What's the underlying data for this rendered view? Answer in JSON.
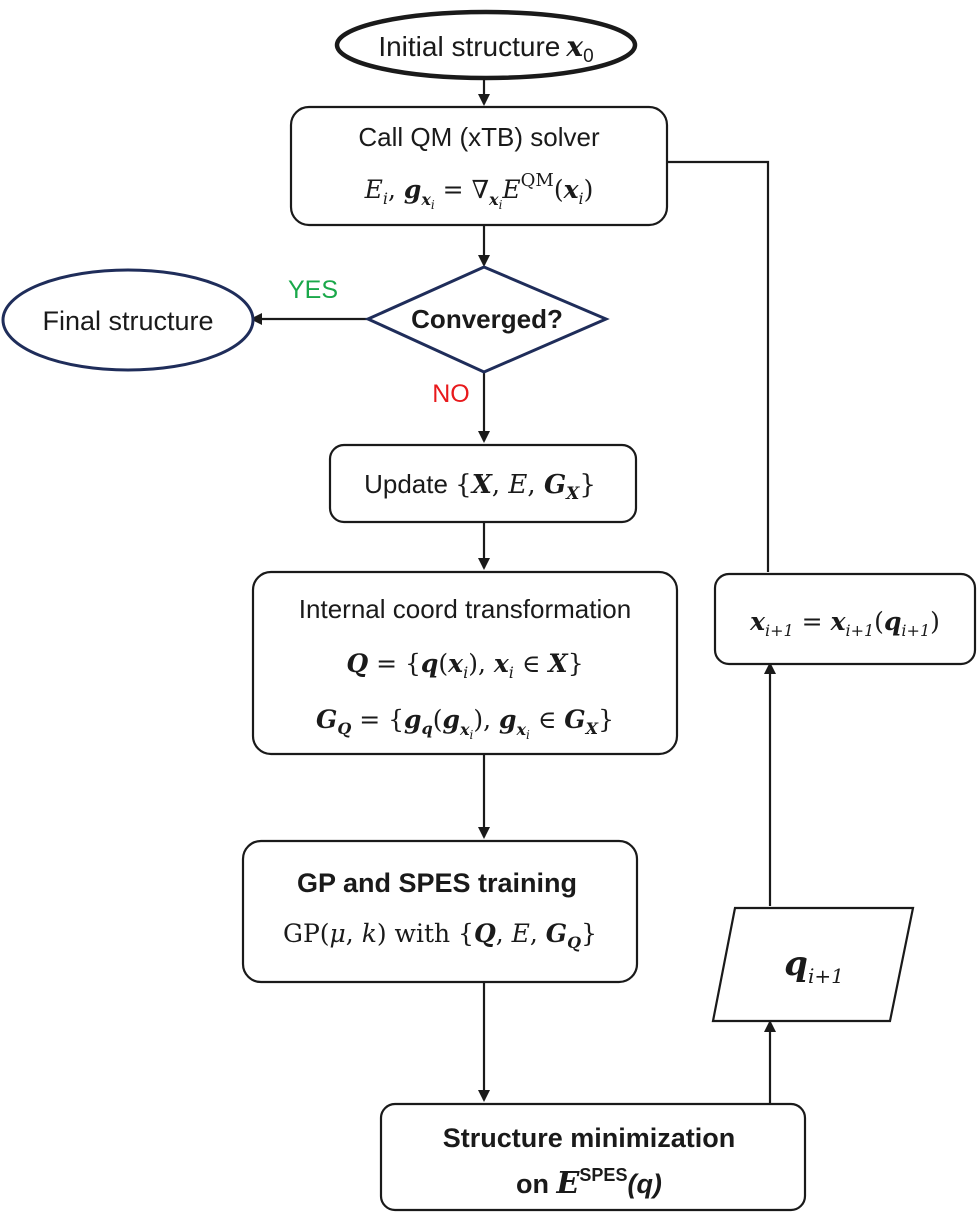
{
  "nodes": {
    "start": {
      "label": "Initial structure",
      "var": "x",
      "sub": "0"
    },
    "qm": {
      "line1": "Call QM (xTB) solver",
      "line2": {
        "E": "E",
        "i": "i",
        "comma": ", ",
        "g": "g",
        "gsub_x": "x",
        "gsub_i": "i",
        "eq": " = ∇",
        "nsub_x": "x",
        "nsub_i": "i",
        "E2": "E",
        "sup": "QM",
        "arg_open": "(",
        "arg_x": "x",
        "arg_i": "i",
        "arg_close": ")"
      }
    },
    "decision": {
      "label": "Converged?",
      "yes": "YES",
      "no": "NO"
    },
    "final": {
      "label": "Final structure"
    },
    "update": {
      "prefix": "Update ",
      "set_open": "{",
      "X": "X",
      "sep1": ", ",
      "E": "E",
      "sep2": ", ",
      "G": "G",
      "Gsub": "X",
      "set_close": "}"
    },
    "internal": {
      "title": "Internal coord transformation",
      "l2": {
        "Q": "Q",
        "eq": " = {",
        "q": "q",
        "paren_open": "(",
        "x": "x",
        "i": "i",
        "paren_close": "), ",
        "x2": "x",
        "i2": "i",
        "in": " ∈ ",
        "X": "X",
        "close": "}"
      },
      "l3": {
        "G": "G",
        "Gsub": "Q",
        "eq": " = {",
        "g": "g",
        "gsub": "q",
        "paren_open": "(",
        "g2": "g",
        "g2sub_x": "x",
        "g2sub_i": "i",
        "paren_close": "), ",
        "g3": "g",
        "g3sub_x": "x",
        "g3sub_i": "i",
        "in": " ∈ ",
        "G4": "G",
        "G4sub": "X",
        "close": "}"
      }
    },
    "gp": {
      "title": "GP and SPES training",
      "l2": {
        "prefix": "GP(",
        "mu": "μ",
        "comma": ", ",
        "k": "k",
        "close": ") with {",
        "Q": "Q",
        "sep1": ", ",
        "E": "E",
        "sep2": ", ",
        "G": "G",
        "Gsub": "Q",
        "end": "}"
      }
    },
    "min": {
      "line1": "Structure minimization",
      "on": "on ",
      "E": "E",
      "sup": "SPES",
      "arg": "(q)"
    },
    "qnext": {
      "q": "q",
      "sub": "i+1"
    },
    "xnext": {
      "x": "x",
      "sub1": "i+1",
      "eq": " = ",
      "x2": "x",
      "sub2": "i+1",
      "open": "(",
      "q": "q",
      "sub3": "i+1",
      "close": ")"
    }
  },
  "colors": {
    "yes": "#1aa84a",
    "no": "#e8191c",
    "stroke": "#1a1a1a",
    "ellipse_stroke": "#1f2d5a"
  }
}
